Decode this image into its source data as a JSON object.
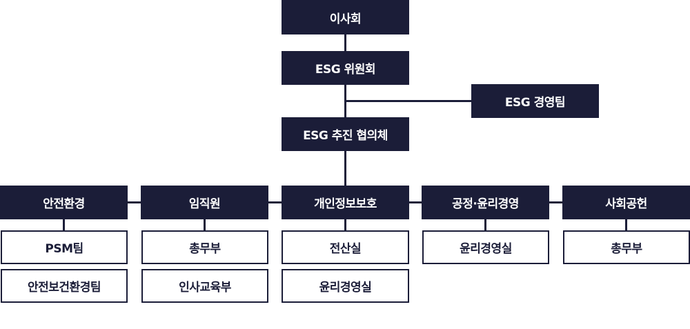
{
  "top": {
    "board": "이사회",
    "committee": "ESG 위원회",
    "team": "ESG 경영팀",
    "council": "ESG 추진 협의체"
  },
  "divisions": [
    {
      "title": "안전환경",
      "units": [
        "PSM팀",
        "안전보건환경팀"
      ]
    },
    {
      "title": "임직원",
      "units": [
        "총무부",
        "인사교육부"
      ]
    },
    {
      "title": "개인정보보호",
      "units": [
        "전산실",
        "윤리경영실"
      ]
    },
    {
      "title": "공정·윤리경영",
      "units": [
        "윤리경영실"
      ]
    },
    {
      "title": "사회공헌",
      "units": [
        "총무부"
      ]
    }
  ],
  "colors": {
    "navy": "#1b1d38",
    "white": "#ffffff"
  }
}
